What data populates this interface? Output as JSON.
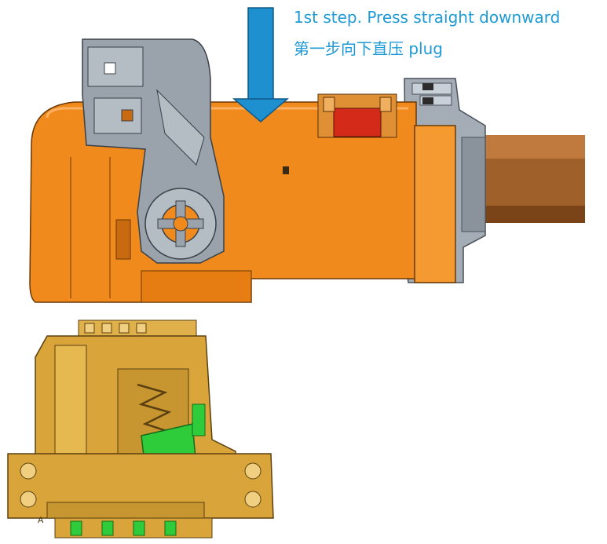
{
  "instructions": {
    "line1": "1st step. Press straight downward",
    "line2": "第一步向下直压 plug"
  },
  "labels": {
    "receptacle_marker": "A"
  },
  "colors": {
    "caption": "#1e9ad6",
    "arrow": "#1e90d0",
    "plug_body": "#f08a1c",
    "plug_shadow": "#c86a10",
    "latch": "#8e96a0",
    "latch_light": "#b4bcc4",
    "cable": "#a0602a",
    "red_clip": "#d42a1a",
    "receptacle": "#d9a53a",
    "receptacle_shadow": "#a87a20",
    "green_part": "#2ecc3a"
  }
}
